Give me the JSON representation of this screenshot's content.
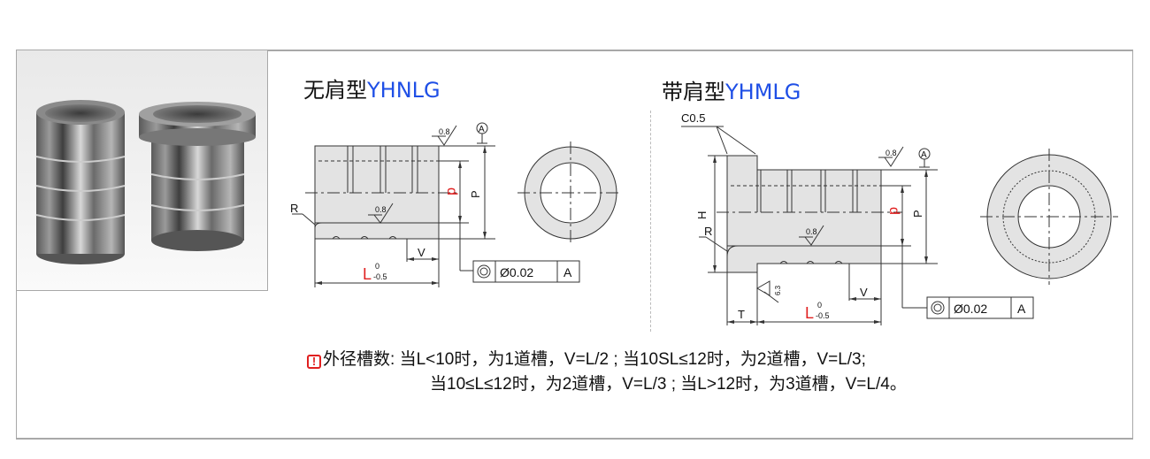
{
  "product_photo": {
    "alt": "Two stainless steel guide bushings, one straight and one flanged"
  },
  "straight_type": {
    "title_cn": "无肩型",
    "title_code": "YHNLG",
    "labels": {
      "R": "R",
      "V": "V",
      "L": "L",
      "L_tol_upper": "0",
      "L_tol_lower": "-0.5",
      "d": "d",
      "P": "P",
      "roughness_top": "0.8",
      "roughness_bore": "0.8",
      "datum": "A"
    },
    "tolerance_frame": {
      "symbol": "concentricity",
      "value": "Ø0.02",
      "datum": "A"
    }
  },
  "flanged_type": {
    "title_cn": "带肩型",
    "title_code": "YHMLG",
    "labels": {
      "chamfer": "C0.5",
      "H": "H",
      "R": "R",
      "T": "T",
      "V": "V",
      "L": "L",
      "L_tol_upper": "0",
      "L_tol_lower": "-0.5",
      "d": "d",
      "P": "P",
      "roughness_top": "0.8",
      "roughness_bore": "0.8",
      "roughness_flange": "6.3",
      "datum": "A"
    },
    "tolerance_frame": {
      "symbol": "concentricity",
      "value": "Ø0.02",
      "datum": "A"
    }
  },
  "note": {
    "icon": "warning-icon",
    "label": "外径槽数:",
    "line1": "当L<10时，为1道槽，V=L/2 ; 当10SL≤12时，为2道槽，V=L/3;",
    "line2": "当10≤L≤12时，为2道槽，V=L/3 ; 当L>12时，为3道槽，V=L/4。"
  },
  "colors": {
    "accent_blue": "#1f4fe6",
    "dimension_red": "#e02020",
    "part_fill": "#e3e3e3",
    "line": "#333333"
  }
}
